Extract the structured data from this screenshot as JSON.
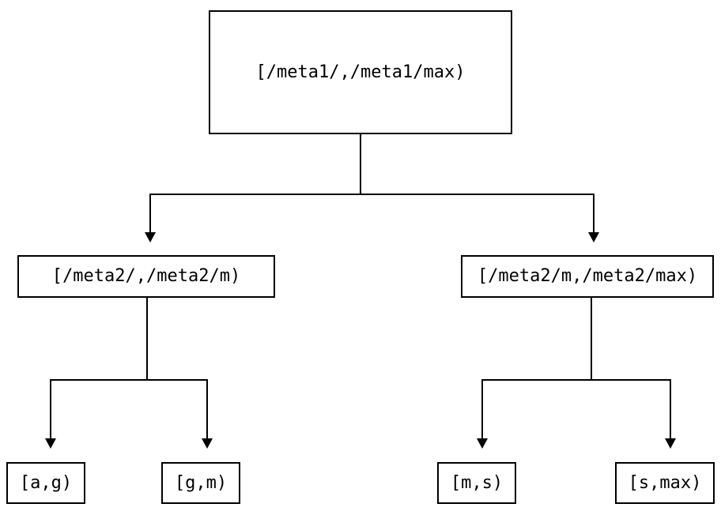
{
  "diagram": {
    "type": "binary-range-tree",
    "nodes": {
      "root": {
        "label": "[/meta1/,/meta1/max)"
      },
      "left_mid": {
        "label": "[/meta2/,/meta2/m)"
      },
      "right_mid": {
        "label": "[/meta2/m,/meta2/max)"
      },
      "leaf_ag": {
        "label": "[a,g)"
      },
      "leaf_gm": {
        "label": "[g,m)"
      },
      "leaf_ms": {
        "label": "[m,s)"
      },
      "leaf_smax": {
        "label": "[s,max)"
      }
    },
    "edges": [
      {
        "from": "root",
        "to": "left_mid"
      },
      {
        "from": "root",
        "to": "right_mid"
      },
      {
        "from": "left_mid",
        "to": "leaf_ag"
      },
      {
        "from": "left_mid",
        "to": "leaf_gm"
      },
      {
        "from": "right_mid",
        "to": "leaf_ms"
      },
      {
        "from": "right_mid",
        "to": "leaf_smax"
      }
    ],
    "colors": {
      "line": "#000000",
      "box_border": "#000000",
      "box_fill": "#ffffff",
      "background": "#ffffff"
    }
  }
}
